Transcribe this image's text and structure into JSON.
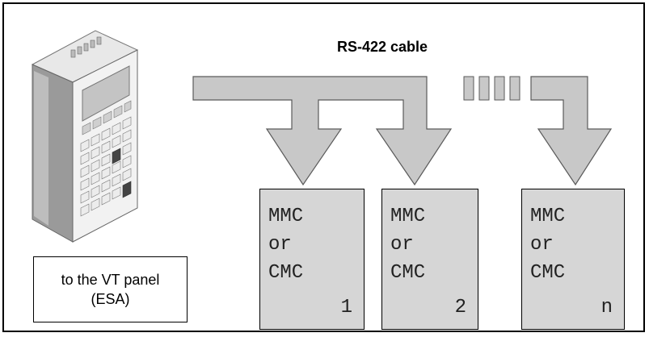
{
  "cable_label": "RS-422 cable",
  "panel_label": {
    "line1": "to the VT panel",
    "line2": "(ESA)"
  },
  "devices": [
    {
      "line1": "MMC",
      "line2": "or",
      "line3": "CMC",
      "number": "1"
    },
    {
      "line1": "MMC",
      "line2": "or",
      "line3": "CMC",
      "number": "2"
    },
    {
      "line1": "MMC",
      "line2": "or",
      "line3": "CMC",
      "number": "n"
    }
  ],
  "colors": {
    "arrow_fill": "#c8c8c8",
    "box_fill": "#d6d6d6",
    "border": "#000000"
  }
}
